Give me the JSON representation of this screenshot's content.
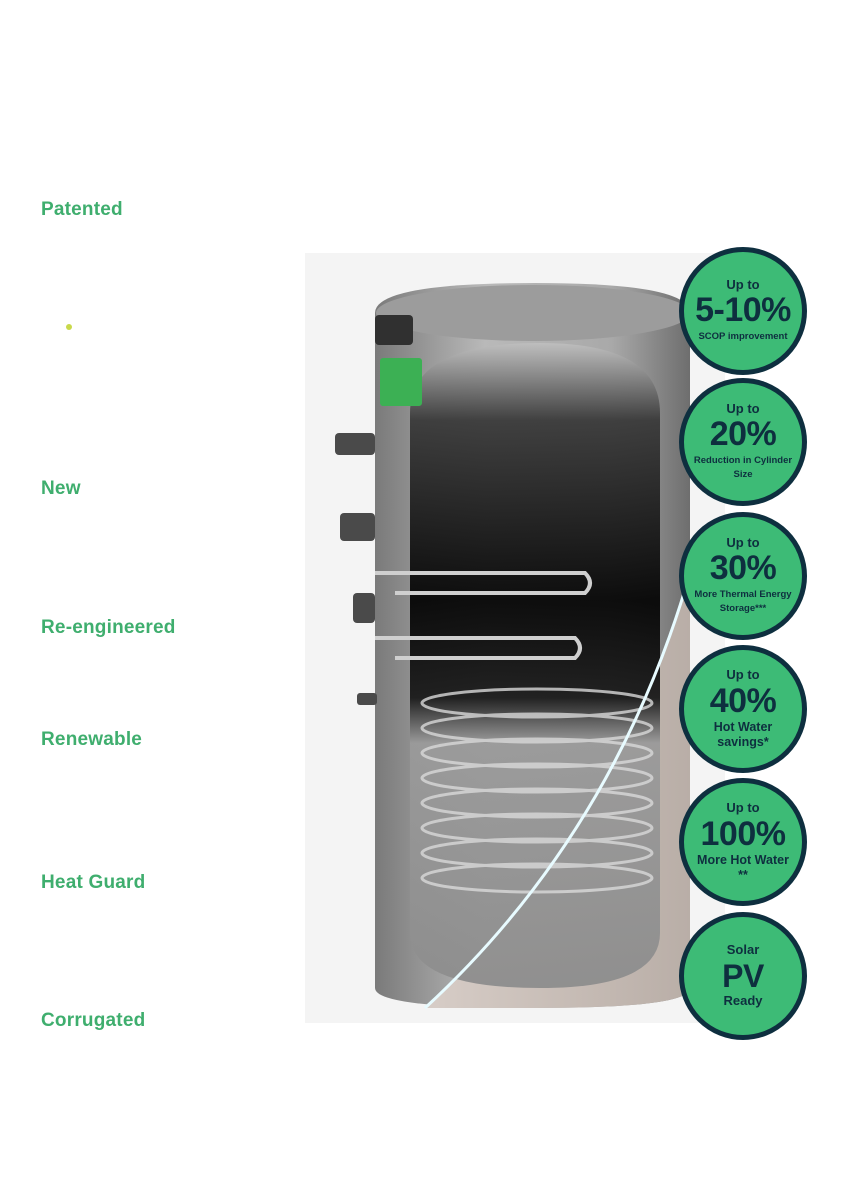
{
  "features": [
    {
      "label": "Patented"
    },
    {
      "label": "New"
    },
    {
      "label": "Re-engineered"
    },
    {
      "label": "Renewable"
    },
    {
      "label": "Heat Guard"
    },
    {
      "label": "Corrugated"
    }
  ],
  "badges": [
    {
      "top": "Up to",
      "big": "5-10%",
      "sub": "SCOP improvement"
    },
    {
      "top": "Up to",
      "big": "20%",
      "sub": "Reduction in Cylinder Size"
    },
    {
      "top": "Up to",
      "big": "30%",
      "sub": "More Thermal Energy Storage***"
    },
    {
      "top": "Up to",
      "big": "40%",
      "sub": "Hot Water savings*"
    },
    {
      "top": "Up to",
      "big": "100%",
      "sub": "More Hot Water **"
    },
    {
      "top": "Solar",
      "big": "PV",
      "sub": "Ready"
    }
  ],
  "colors": {
    "label_green": "#3fae6e",
    "badge_fill": "#3dbb76",
    "badge_ring": "#0e2f3f",
    "dot": "#c9d94b"
  },
  "illustration": {
    "icon": "hot-water-cylinder-cutaway-illustration"
  }
}
